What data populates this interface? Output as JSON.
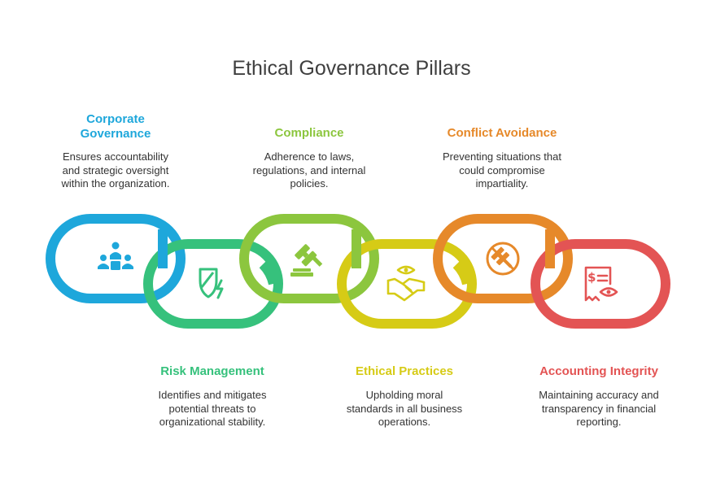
{
  "title": "Ethical Governance Pillars",
  "colors": {
    "corporate_governance": "#1ea7db",
    "risk_management": "#36c17c",
    "compliance": "#8cc63e",
    "ethical_practices": "#d6cb16",
    "conflict_avoidance": "#e6892a",
    "accounting_integrity": "#e35454",
    "title_text": "#3f3f3f",
    "body_text": "#333333"
  },
  "pillars": [
    {
      "id": "corporate_governance",
      "title": "Corporate Governance",
      "title_lines": [
        "Corporate",
        "Governance"
      ],
      "description": "Ensures accountability and strategic oversight within the organization.",
      "icon": "team-meeting-icon"
    },
    {
      "id": "risk_management",
      "title": "Risk Management",
      "description": "Identifies and mitigates potential threats to organizational stability.",
      "icon": "shield-lightning-icon"
    },
    {
      "id": "compliance",
      "title": "Compliance",
      "description": "Adherence to laws, regulations, and internal policies.",
      "icon": "gavel-icon"
    },
    {
      "id": "ethical_practices",
      "title": "Ethical Practices",
      "description": "Upholding moral standards in all business operations.",
      "icon": "handshake-eye-icon"
    },
    {
      "id": "conflict_avoidance",
      "title": "Conflict Avoidance",
      "description": "Preventing situations that could compromise impartiality.",
      "icon": "no-gavel-icon"
    },
    {
      "id": "accounting_integrity",
      "title": "Accounting Integrity",
      "description": "Maintaining accuracy and transparency in financial reporting.",
      "icon": "receipt-eye-icon"
    }
  ]
}
